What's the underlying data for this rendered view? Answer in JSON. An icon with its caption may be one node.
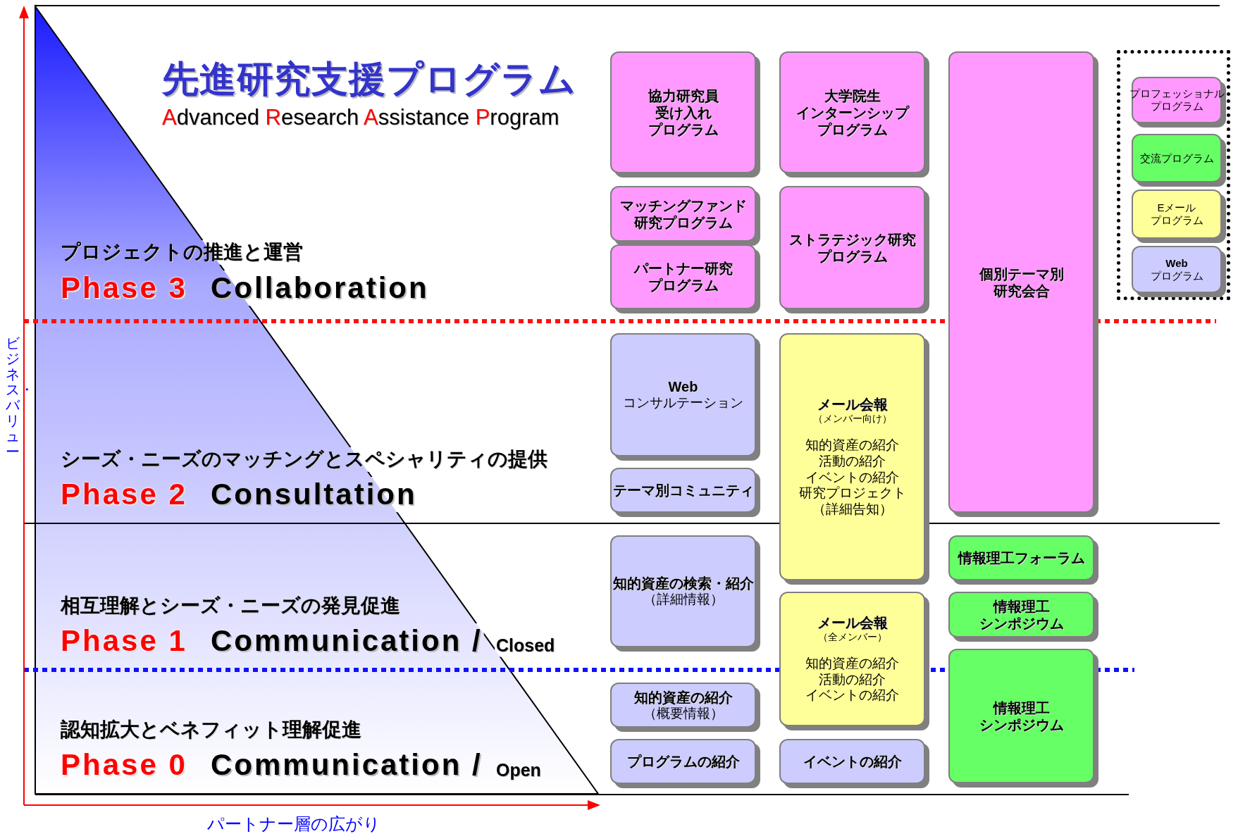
{
  "diagram": {
    "title": "先進研究支援プログラム",
    "nodes": [
      {
        "text": [
          "協力研究員受け入れプログラム"
        ]
      },
      {
        "text": [
          "大学院生インターンシッププログラム"
        ]
      },
      {
        "text": [
          "個別テーマ別研究会合"
        ]
      },
      {
        "text": [],
        "shape": "box"
      },
      {
        "text": [
          "プロフェッショナルプログラム"
        ],
        "in": 3
      },
      {
        "text": [
          "交流プログラム"
        ],
        "in": 3
      },
      {
        "text": [
          "Eメールプログラム"
        ],
        "in": 3
      },
      {
        "text": [
          "Web",
          "プログラム"
        ],
        "in": 3
      },
      {
        "text": [
          "マッチングファンド研究プログラム"
        ]
      },
      {
        "text": [
          "ストラテジック研究プログラム"
        ]
      },
      {
        "text": [
          "パートナー研究プログラム"
        ]
      },
      {
        "text": [
          "Web",
          "コンサルテーション"
        ]
      },
      {
        "text": [
          "メール会報",
          "（メンバー向け）",
          "知的資産の紹介",
          "活動の紹介",
          "イベントの紹介",
          "研究プロジェクト",
          "（詳細告知）"
        ]
      },
      {
        "text": [
          "テーマ別コミュニティ"
        ]
      },
      {
        "text": [
          "知的資産の検索・紹介",
          "（詳細情報）"
        ]
      },
      {
        "text": [
          "情報理工フォーラム"
        ]
      },
      {
        "text": [
          "メール会報",
          "（全メンバー）",
          "知的資産の紹介",
          "活動の紹介",
          "イベントの紹介"
        ]
      },
      {
        "text": [
          "情報理工シンポジウム"
        ]
      },
      {
        "text": [
          "情報理工シンポジウム"
        ]
      },
      {
        "text": [
          "知的資産の紹介",
          "（概要情報）"
        ]
      },
      {
        "text": [
          "プログラムの紹介"
        ]
      },
      {
        "text": [
          "イベントの紹介"
        ]
      }
    ],
    "labels": [
      "Advanced Research Assistance Program",
      "プロジェクトの推進と運営",
      "Phase 3",
      "Collaboration",
      "シーズ・ニーズのマッチングとスペシャリティの提供",
      "Phase 2",
      "Consultation",
      "相互理解とシーズ・ニーズの発見促進",
      "Phase 1",
      "Communication /",
      "Closed",
      "認知拡大とベネフィット理解促進",
      "Phase 0",
      "Communication /",
      "Open",
      "ビジネス・バリュー",
      "パートナー層の広がり"
    ]
  }
}
